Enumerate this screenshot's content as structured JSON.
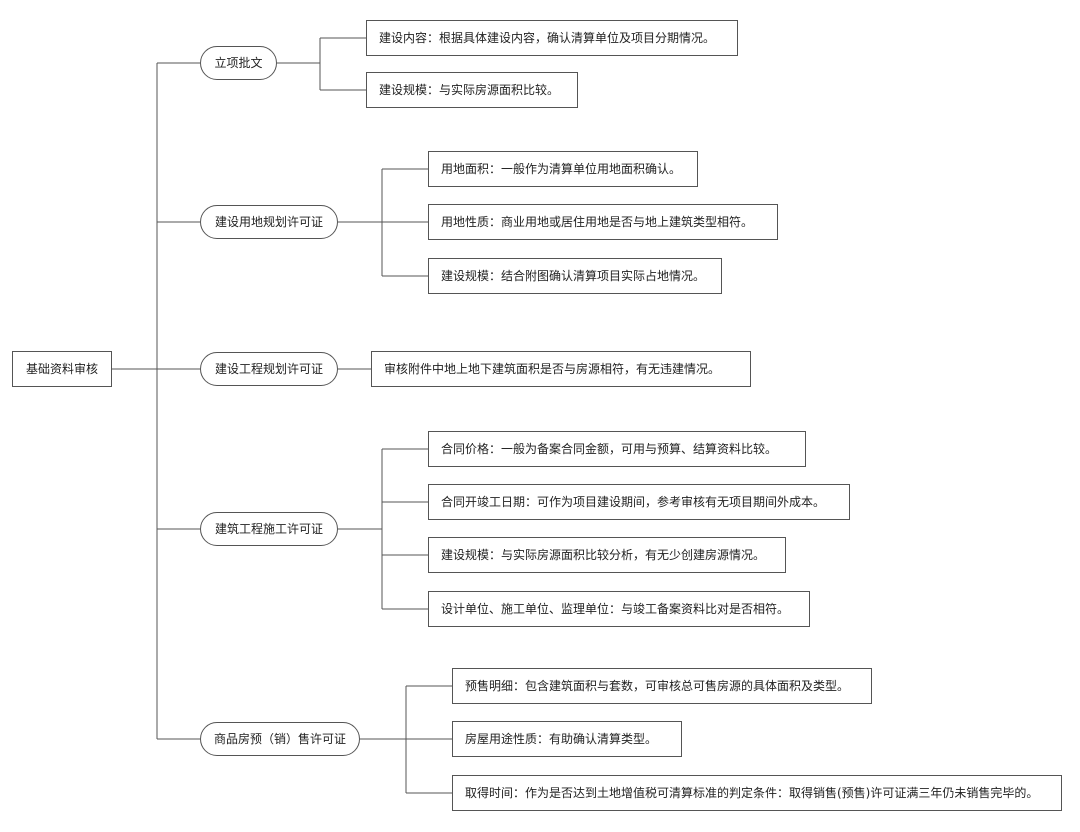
{
  "root": {
    "label": "基础资料审核"
  },
  "branches": [
    {
      "label": "立项批文",
      "items": [
        "建设内容：根据具体建设内容，确认清算单位及项目分期情况。",
        "建设规模：与实际房源面积比较。"
      ]
    },
    {
      "label": "建设用地规划许可证",
      "items": [
        "用地面积：一般作为清算单位用地面积确认。",
        "用地性质：商业用地或居住用地是否与地上建筑类型相符。",
        "建设规模：结合附图确认清算项目实际占地情况。"
      ]
    },
    {
      "label": "建设工程规划许可证",
      "items": [
        "审核附件中地上地下建筑面积是否与房源相符，有无违建情况。"
      ]
    },
    {
      "label": "建筑工程施工许可证",
      "items": [
        "合同价格：一般为备案合同金额，可用与预算、结算资料比较。",
        "合同开竣工日期：可作为项目建设期间，参考审核有无项目期间外成本。",
        "建设规模：与实际房源面积比较分析，有无少创建房源情况。",
        "设计单位、施工单位、监理单位：与竣工备案资料比对是否相符。"
      ]
    },
    {
      "label": "商品房预（销）售许可证",
      "items": [
        "预售明细：包含建筑面积与套数，可审核总可售房源的具体面积及类型。",
        "房屋用途性质：有助确认清算类型。",
        "取得时间：作为是否达到土地增值税可清算标准的判定条件：取得销售(预售)许可证满三年仍未销售完毕的。"
      ]
    }
  ]
}
